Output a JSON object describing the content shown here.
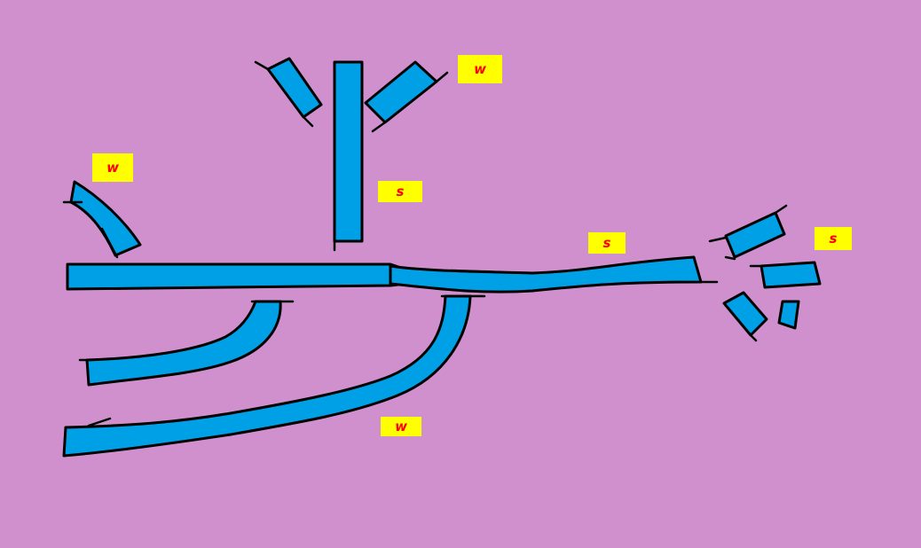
{
  "colors": {
    "background": "#CF90CD",
    "pipe_fill": "#00A0E6",
    "pipe_outline": "#000000",
    "label_bg": "#FFFF00",
    "label_text": "#FF0000"
  },
  "labels": {
    "w_top": "w",
    "w_left": "w",
    "s_vertical": "s",
    "s_main": "s",
    "s_right": "s",
    "w_bottom": "w"
  }
}
